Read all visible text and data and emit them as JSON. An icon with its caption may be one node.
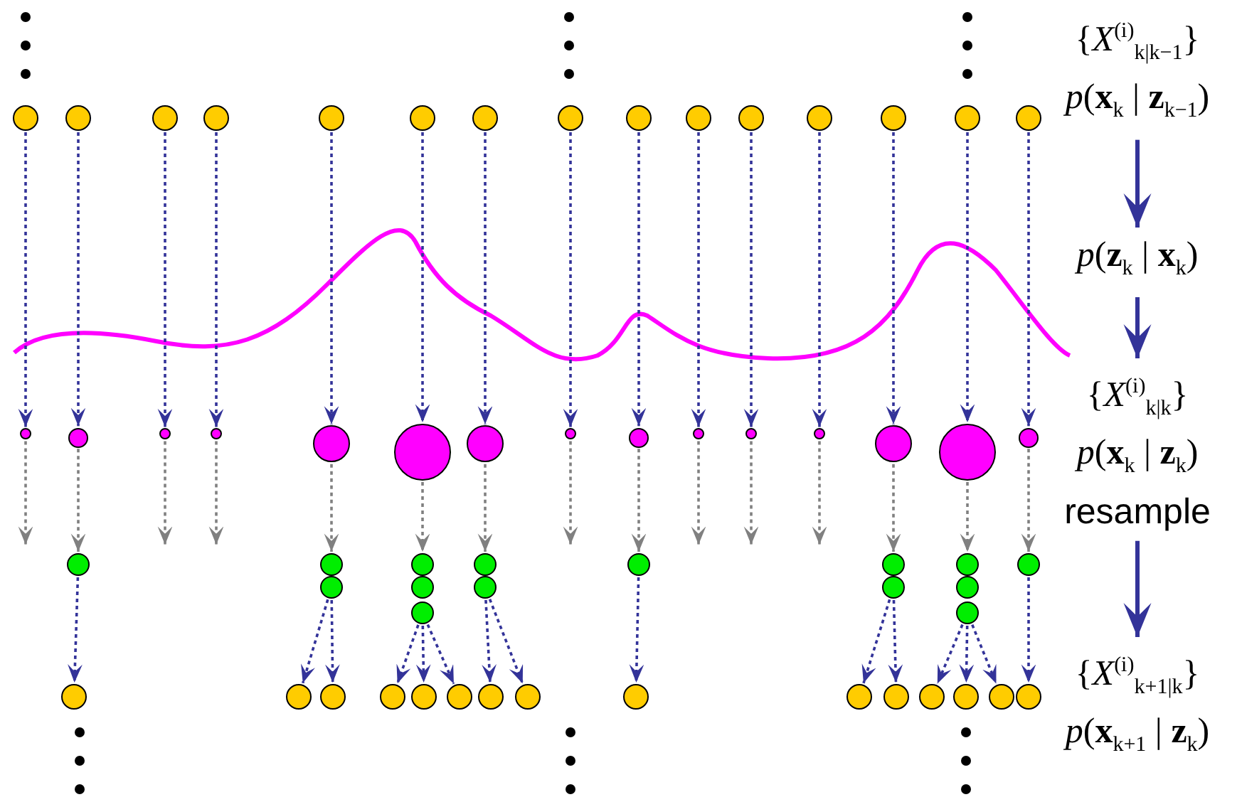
{
  "diagram": {
    "nodes": [
      {
        "text": [],
        "shape": "circle"
      },
      {
        "text": [],
        "shape": "circle"
      },
      {
        "text": [],
        "shape": "circle"
      },
      {
        "text": [],
        "shape": "circle"
      },
      {
        "text": [],
        "shape": "circle"
      },
      {
        "text": [],
        "shape": "circle"
      },
      {
        "text": [],
        "shape": "circle"
      },
      {
        "text": [],
        "shape": "circle"
      },
      {
        "text": [],
        "shape": "circle"
      },
      {
        "text": [],
        "shape": "circle"
      },
      {
        "text": [],
        "shape": "circle"
      },
      {
        "text": [],
        "shape": "circle"
      },
      {
        "text": [],
        "shape": "circle"
      },
      {
        "text": [],
        "shape": "circle"
      },
      {
        "text": [],
        "shape": "circle"
      },
      {
        "text": [
          "{*X*$^{(i)}$$_{k|k−1}$}",
          "*p*(**x**$_{k}$ | **z**$_{k−1}$)"
        ]
      },
      {
        "text": [
          "*p*(**z**$_{k}$ | **x**$_{k}$)"
        ]
      },
      {
        "text": [],
        "shape": "circle"
      },
      {
        "text": [],
        "shape": "circle"
      },
      {
        "text": [],
        "shape": "circle"
      },
      {
        "text": [],
        "shape": "circle"
      },
      {
        "text": [],
        "shape": "circle"
      },
      {
        "text": [],
        "shape": "circle"
      },
      {
        "text": [],
        "shape": "circle"
      },
      {
        "text": [],
        "shape": "circle"
      },
      {
        "text": [],
        "shape": "circle"
      },
      {
        "text": [],
        "shape": "circle"
      },
      {
        "text": [],
        "shape": "circle"
      },
      {
        "text": [],
        "shape": "circle"
      },
      {
        "text": [],
        "shape": "circle"
      },
      {
        "text": [],
        "shape": "circle"
      },
      {
        "text": [],
        "shape": "circle"
      },
      {
        "text": [
          "{*X*$^{(i)}$$_{k|k}$}",
          "*p*(**x**$_{k}$ | **z**$_{k}$)",
          "resample"
        ]
      },
      {
        "text": [],
        "shape": "circle"
      },
      {
        "text": [],
        "shape": "circle"
      },
      {
        "text": [],
        "shape": "circle"
      },
      {
        "text": [],
        "shape": "circle"
      },
      {
        "text": [],
        "shape": "circle"
      },
      {
        "text": [],
        "shape": "circle"
      },
      {
        "text": [],
        "shape": "circle"
      },
      {
        "text": [],
        "shape": "circle"
      },
      {
        "text": [],
        "shape": "circle"
      },
      {
        "text": [],
        "shape": "circle"
      },
      {
        "text": [],
        "shape": "circle"
      },
      {
        "text": [],
        "shape": "circle"
      },
      {
        "text": [],
        "shape": "circle"
      },
      {
        "text": [],
        "shape": "circle"
      },
      {
        "text": [],
        "shape": "circle"
      },
      {
        "text": [],
        "shape": "circle"
      },
      {
        "text": [],
        "shape": "circle"
      },
      {
        "text": [],
        "shape": "circle"
      },
      {
        "text": [],
        "shape": "circle"
      },
      {
        "text": [],
        "shape": "circle"
      },
      {
        "text": [],
        "shape": "circle"
      },
      {
        "text": [],
        "shape": "circle"
      },
      {
        "text": [],
        "shape": "circle"
      },
      {
        "text": [],
        "shape": "circle"
      },
      {
        "text": [],
        "shape": "circle"
      },
      {
        "text": [],
        "shape": "circle"
      },
      {
        "text": [],
        "shape": "circle"
      },
      {
        "text": [],
        "shape": "circle"
      },
      {
        "text": [],
        "shape": "circle"
      },
      {
        "text": [],
        "shape": "circle"
      },
      {
        "text": [
          "{*X*$^{(i)}$$_{k+1|k}$}",
          "*p*(**x**$_{k+1}$ | **z**$_{k}$)"
        ]
      }
    ],
    "edges": [
      {
        "from": 0,
        "to": 17,
        "arrow": "to",
        "style": "dashed"
      },
      {
        "from": 1,
        "to": 18,
        "arrow": "to",
        "style": "dashed"
      },
      {
        "from": 2,
        "to": 19,
        "arrow": "to",
        "style": "dashed"
      },
      {
        "from": 3,
        "to": 20,
        "arrow": "to",
        "style": "dashed"
      },
      {
        "from": 4,
        "to": 21,
        "arrow": "to",
        "style": "dashed"
      },
      {
        "from": 5,
        "to": 22,
        "arrow": "to",
        "style": "dashed"
      },
      {
        "from": 6,
        "to": 23,
        "arrow": "to",
        "style": "dashed"
      },
      {
        "from": 7,
        "to": 24,
        "arrow": "to",
        "style": "dashed"
      },
      {
        "from": 8,
        "to": 25,
        "arrow": "to",
        "style": "dashed"
      },
      {
        "from": 9,
        "to": 26,
        "arrow": "to",
        "style": "dashed"
      },
      {
        "from": 10,
        "to": 27,
        "arrow": "to",
        "style": "dashed"
      },
      {
        "from": 11,
        "to": 28,
        "arrow": "to",
        "style": "dashed"
      },
      {
        "from": 12,
        "to": 29,
        "arrow": "to",
        "style": "dashed"
      },
      {
        "from": 13,
        "to": 30,
        "arrow": "to",
        "style": "dashed"
      },
      {
        "from": 14,
        "to": 31,
        "arrow": "to",
        "style": "dashed"
      },
      {
        "from": 17,
        "to": null,
        "arrow": "to",
        "style": "dashed",
        "color": "#808080"
      },
      {
        "from": 18,
        "to": 33,
        "arrow": "to",
        "style": "dashed",
        "color": "#808080"
      },
      {
        "from": 19,
        "to": null,
        "arrow": "to",
        "style": "dashed",
        "color": "#808080"
      },
      {
        "from": 20,
        "to": null,
        "arrow": "to",
        "style": "dashed",
        "color": "#808080"
      },
      {
        "from": 21,
        "to": 34,
        "arrow": "to",
        "style": "dashed",
        "color": "#808080"
      },
      {
        "from": 22,
        "to": 36,
        "arrow": "to",
        "style": "dashed",
        "color": "#808080"
      },
      {
        "from": 23,
        "to": 39,
        "arrow": "to",
        "style": "dashed",
        "color": "#808080"
      },
      {
        "from": 24,
        "to": null,
        "arrow": "to",
        "style": "dashed",
        "color": "#808080"
      },
      {
        "from": 25,
        "to": 41,
        "arrow": "to",
        "style": "dashed",
        "color": "#808080"
      },
      {
        "from": 26,
        "to": null,
        "arrow": "to",
        "style": "dashed",
        "color": "#808080"
      },
      {
        "from": 27,
        "to": null,
        "arrow": "to",
        "style": "dashed",
        "color": "#808080"
      },
      {
        "from": 28,
        "to": null,
        "arrow": "to",
        "style": "dashed",
        "color": "#808080"
      },
      {
        "from": 29,
        "to": 42,
        "arrow": "to",
        "style": "dashed",
        "color": "#808080"
      },
      {
        "from": 30,
        "to": 44,
        "arrow": "to",
        "style": "dashed",
        "color": "#808080"
      },
      {
        "from": 31,
        "to": 47,
        "arrow": "to",
        "style": "dashed",
        "color": "#808080"
      },
      {
        "from": 33,
        "to": 48,
        "arrow": "to",
        "style": "dashed"
      },
      {
        "from": 35,
        "to": 49,
        "arrow": "to",
        "style": "dashed"
      },
      {
        "from": 35,
        "to": 50,
        "arrow": "to",
        "style": "dashed"
      },
      {
        "from": 38,
        "to": 51,
        "arrow": "to",
        "style": "dashed"
      },
      {
        "from": 38,
        "to": 52,
        "arrow": "to",
        "style": "dashed"
      },
      {
        "from": 38,
        "to": 53,
        "arrow": "to",
        "style": "dashed"
      },
      {
        "from": 40,
        "to": 54,
        "arrow": "to",
        "style": "dashed"
      },
      {
        "from": 40,
        "to": 55,
        "arrow": "to",
        "style": "dashed"
      },
      {
        "from": 41,
        "to": 56,
        "arrow": "to",
        "style": "dashed"
      },
      {
        "from": 43,
        "to": 57,
        "arrow": "to",
        "style": "dashed"
      },
      {
        "from": 43,
        "to": 58,
        "arrow": "to",
        "style": "dashed"
      },
      {
        "from": 46,
        "to": 59,
        "arrow": "to",
        "style": "dashed"
      },
      {
        "from": 46,
        "to": 60,
        "arrow": "to",
        "style": "dashed"
      },
      {
        "from": 46,
        "to": 61,
        "arrow": "to",
        "style": "dashed"
      },
      {
        "from": 47,
        "to": 62,
        "arrow": "to",
        "style": "dashed"
      },
      {
        "from": 15,
        "to": 16,
        "arrow": "to"
      },
      {
        "from": 16,
        "to": 32,
        "arrow": "to"
      },
      {
        "from": 32,
        "to": 63,
        "arrow": "to"
      }
    ]
  }
}
